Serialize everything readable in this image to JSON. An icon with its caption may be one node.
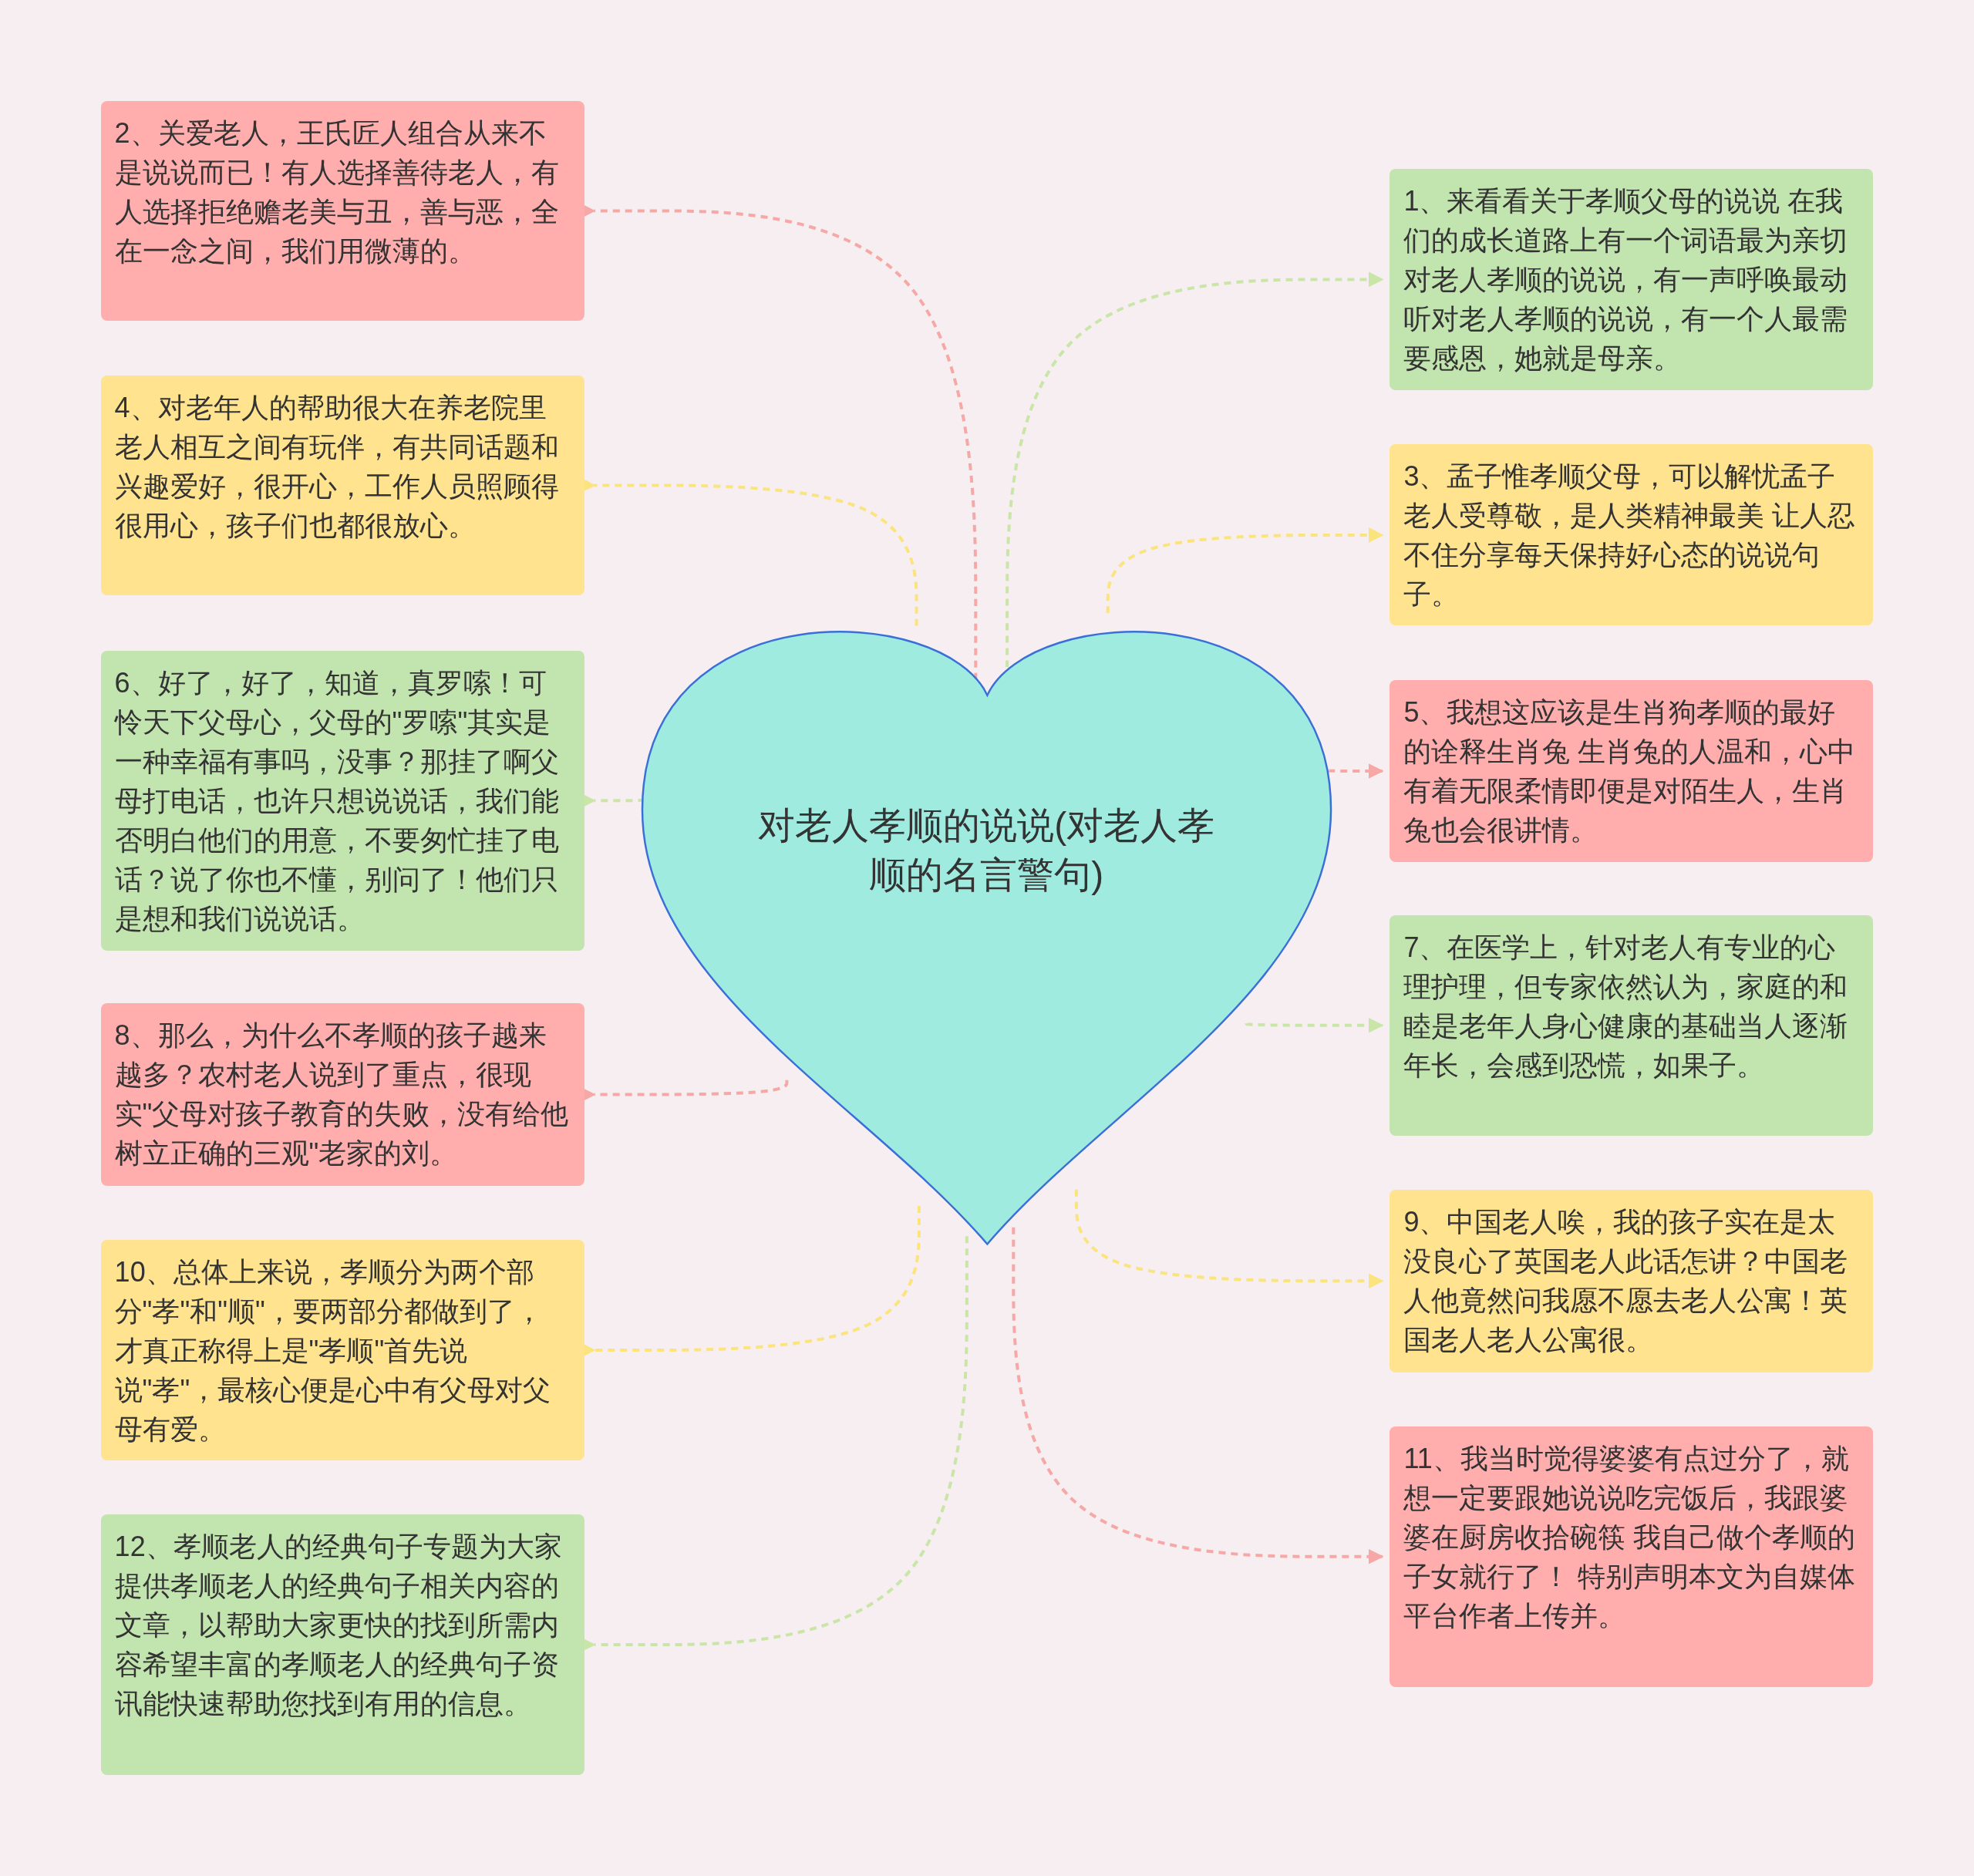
{
  "diagram": {
    "nodes": [
      {
        "text": [
          "对老人孝顺的说说(对老人孝顺的名言警句)"
        ]
      },
      {
        "text": [
          "1、来看看关于孝顺父母的说说 在我们的成长道路上有一个词语最为亲切对老人孝顺的说说，有一声呼唤最动听对老人孝顺的说说，有一个人最需要感恩，她就是母亲。"
        ]
      },
      {
        "text": [
          "2、关爱老人，王氏匠人组合从来不是说说而已！有人选择善待老人，有人选择拒绝赡老美与丑，善与恶，全在一念之间，我们用微薄的。"
        ]
      },
      {
        "text": [
          "3、孟子惟孝顺父母，可以解忧孟子老人受尊敬，是人类精神最美 让人忍不住分享每天保持好心态的说说句子。"
        ]
      },
      {
        "text": [
          "4、对老年人的帮助很大在养老院里老人相互之间有玩伴，有共同话题和兴趣爱好，很开心，工作人员照顾得很用心，孩子们也都很放心。"
        ]
      },
      {
        "text": [
          "5、我想这应该是生肖狗孝顺的最好的诠释生肖兔 生肖兔的人温和，心中有着无限柔情即便是对陌生人，生肖兔也会很讲情。"
        ]
      },
      {
        "text": [
          "6、好了，好了，知道，真罗嗦！可怜天下父母心，父母的\"罗嗦\"其实是一种幸福有事吗，没事？那挂了啊父母打电话，也许只想说说话，我们能否明白他们的用意，不要匆忙挂了电话？说了你也不懂，别问了！他们只是想和我们说说话。"
        ]
      },
      {
        "text": [
          "7、在医学上，针对老人有专业的心理护理，但专家依然认为，家庭的和睦是老年人身心健康的基础当人逐渐年长，会感到恐慌，如果子。"
        ]
      },
      {
        "text": [
          "8、那么，为什么不孝顺的孩子越来越多？农村老人说到了重点，很现实\"父母对孩子教育的失败，没有给他树立正确的三观\"老家的刘。"
        ]
      },
      {
        "text": [
          "9、中国老人唉，我的孩子实在是太没良心了英国老人此话怎讲？中国老人他竟然问我愿不愿去老人公寓！英国老人老人公寓很。"
        ]
      },
      {
        "text": [
          "10、总体上来说，孝顺分为两个部分\"孝\"和\"顺\"，要两部分都做到了，才真正称得上是\"孝顺\"首先说说\"孝\"，最核心便是心中有父母对父母有爱。"
        ]
      },
      {
        "text": [
          "11、我当时觉得婆婆有点过分了，就想一定要跟她说说吃完饭后，我跟婆婆在厨房收拾碗筷 我自己做个孝顺的子女就行了！ 特别声明本文为自媒体平台作者上传并。"
        ]
      },
      {
        "text": [
          "12、孝顺老人的经典句子专题为大家提供孝顺老人的经典句子相关内容的文章，以帮助大家更快的找到所需内容希望丰富的孝顺老人的经典句子资讯能快速帮助您找到有用的信息。"
        ]
      }
    ],
    "edges": [
      {
        "from": 0,
        "to": 1,
        "arrow": "to",
        "style": "dashed",
        "color": "#c9e6a8"
      },
      {
        "from": 0,
        "to": 2,
        "arrow": "to",
        "style": "dashed",
        "color": "#f5a8a5"
      },
      {
        "from": 0,
        "to": 3,
        "arrow": "to",
        "style": "dashed",
        "color": "#fbe47e"
      },
      {
        "from": 0,
        "to": 4,
        "arrow": "to",
        "style": "dashed",
        "color": "#fbe47e"
      },
      {
        "from": 0,
        "to": 5,
        "arrow": "to",
        "style": "dashed",
        "color": "#f5a8a5"
      },
      {
        "from": 0,
        "to": 6,
        "arrow": "to",
        "style": "dashed",
        "color": "#c9e6a8"
      },
      {
        "from": 0,
        "to": 7,
        "arrow": "to",
        "style": "dashed",
        "color": "#c9e6a8"
      },
      {
        "from": 0,
        "to": 8,
        "arrow": "to",
        "style": "dashed",
        "color": "#f5a8a5"
      },
      {
        "from": 0,
        "to": 9,
        "arrow": "to",
        "style": "dashed",
        "color": "#fbe47e"
      },
      {
        "from": 0,
        "to": 10,
        "arrow": "to",
        "style": "dashed",
        "color": "#fbe47e"
      },
      {
        "from": 0,
        "to": 11,
        "arrow": "to",
        "style": "dashed",
        "color": "#f5a8a5"
      },
      {
        "from": 0,
        "to": 12,
        "arrow": "to",
        "style": "dashed",
        "color": "#c9e6a8"
      }
    ]
  }
}
